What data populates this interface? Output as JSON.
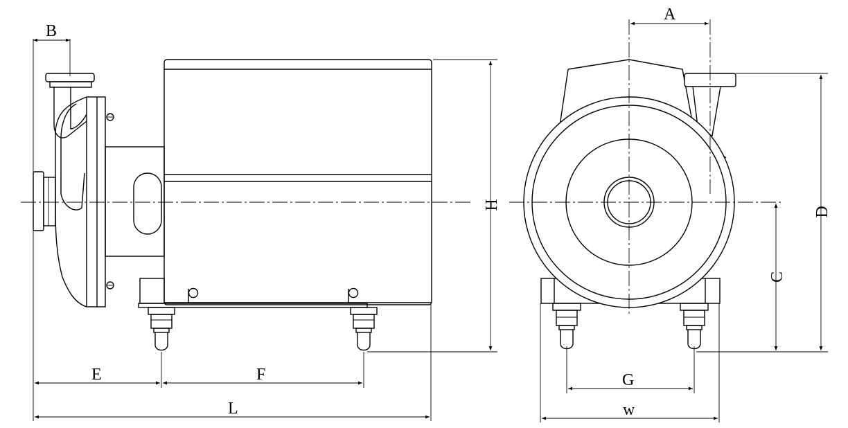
{
  "labels": {
    "a": "A",
    "b": "B",
    "c": "C",
    "d": "D",
    "e": "E",
    "f": "F",
    "g": "G",
    "h": "H",
    "l": "L",
    "w": "w"
  },
  "colors": {
    "line": "#000000",
    "background": "#ffffff"
  }
}
